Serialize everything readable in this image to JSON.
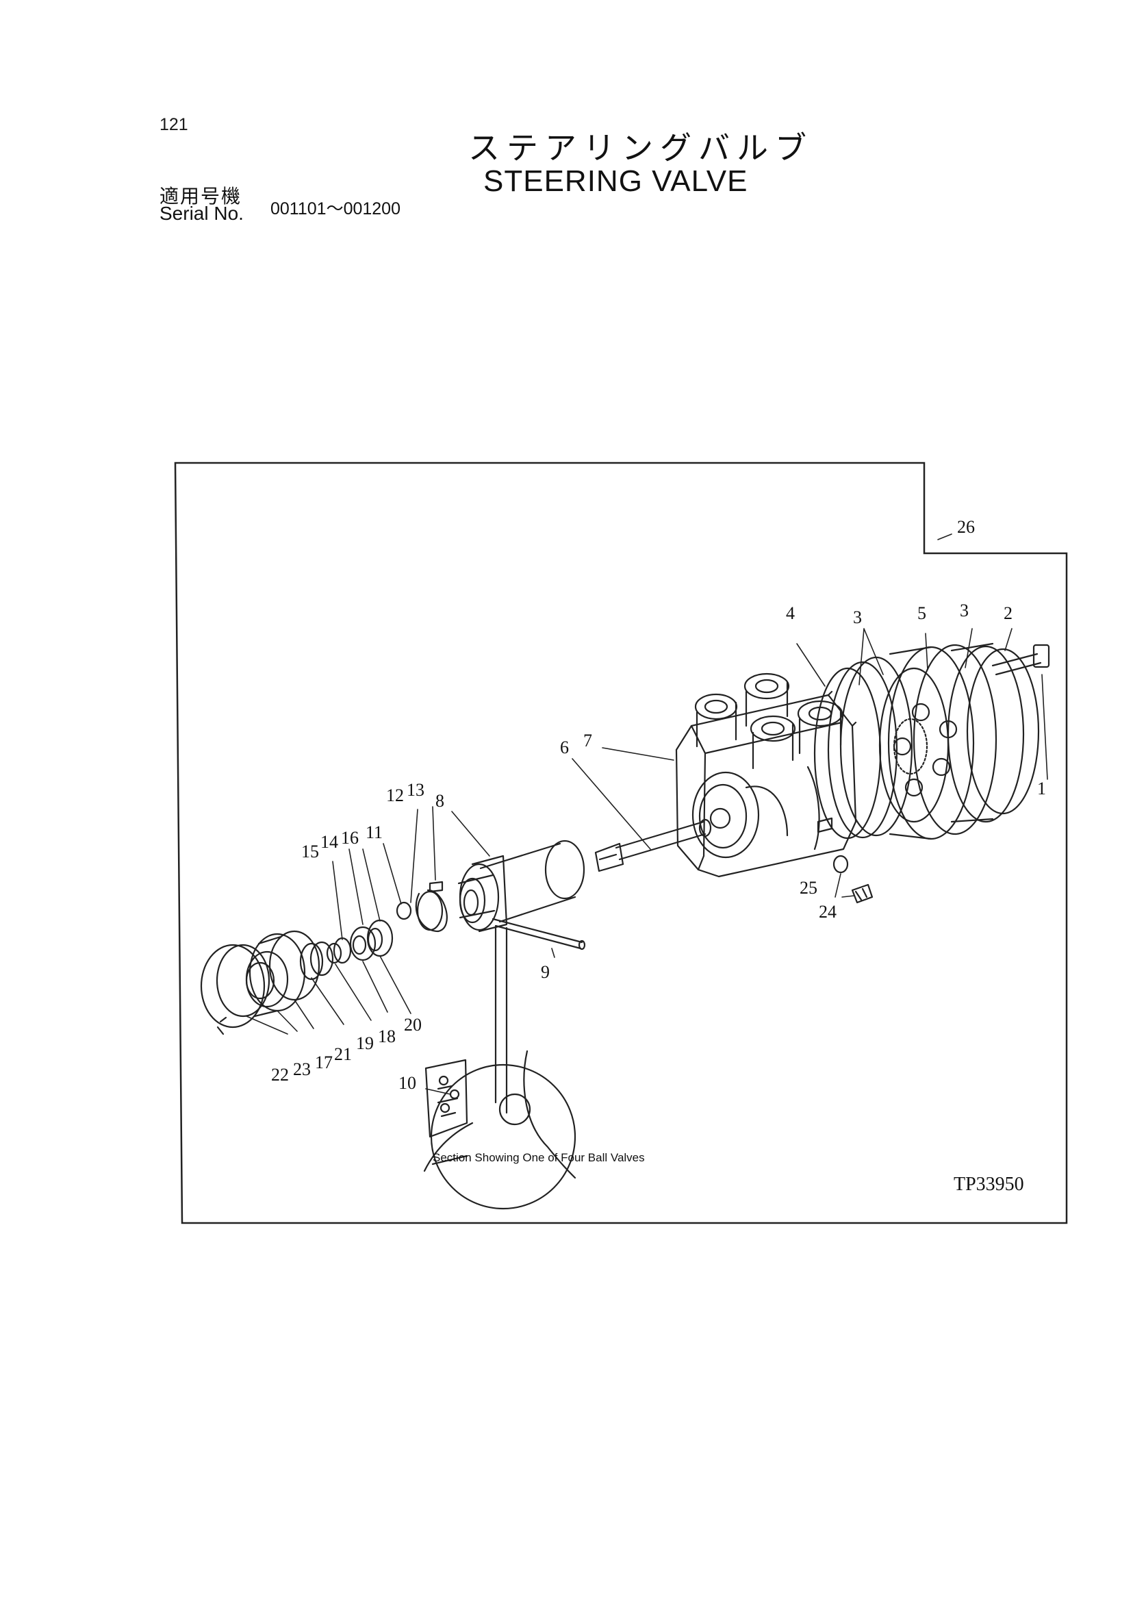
{
  "header": {
    "page_number": "121",
    "title_jp": "ステアリングバルブ",
    "title_en": "STEERING VALVE",
    "serial_label_jp": "適用号機",
    "serial_label_en": "Serial No.",
    "serial_range": "001101～001200"
  },
  "diagram": {
    "callouts": [
      "1",
      "2",
      "3",
      "3",
      "4",
      "5",
      "6",
      "7",
      "8",
      "9",
      "10",
      "11",
      "12",
      "13",
      "14",
      "15",
      "16",
      "17",
      "18",
      "19",
      "20",
      "21",
      "22",
      "23",
      "24",
      "25",
      "26"
    ],
    "section_caption": "Section Showing One of Four Ball Valves",
    "drawing_ref": "TP33950"
  }
}
